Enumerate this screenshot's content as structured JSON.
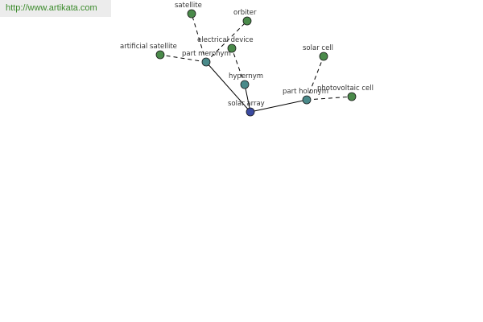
{
  "site_url": "http://www.artikata.com",
  "colors": {
    "leaf_node": "#4a8a4a",
    "relation_node": "#4a8a8a",
    "center_node": "#3a4aa0",
    "edge": "#000000",
    "label": "#333333",
    "url_text": "#3a8a2a"
  },
  "nodes": [
    {
      "id": "solar_array",
      "label": "solar array",
      "kind": "center"
    },
    {
      "id": "part_meronym",
      "label": "part meronym",
      "kind": "relation"
    },
    {
      "id": "hypernym",
      "label": "hypernym",
      "kind": "relation"
    },
    {
      "id": "part_holonym",
      "label": "part holonym",
      "kind": "relation"
    },
    {
      "id": "satellite",
      "label": "satellite",
      "kind": "leaf"
    },
    {
      "id": "orbiter",
      "label": "orbiter",
      "kind": "leaf"
    },
    {
      "id": "artificial_satellite",
      "label": "artificial satellite",
      "kind": "leaf"
    },
    {
      "id": "electrical_device",
      "label": "electrical device",
      "kind": "leaf"
    },
    {
      "id": "solar_cell",
      "label": "solar cell",
      "kind": "leaf"
    },
    {
      "id": "photovoltaic_cell",
      "label": "photovoltaic cell",
      "kind": "leaf"
    }
  ],
  "edges": [
    {
      "from": "solar_array",
      "to": "part_meronym",
      "style": "solid"
    },
    {
      "from": "solar_array",
      "to": "hypernym",
      "style": "solid"
    },
    {
      "from": "solar_array",
      "to": "part_holonym",
      "style": "solid"
    },
    {
      "from": "part_meronym",
      "to": "satellite",
      "style": "dashed"
    },
    {
      "from": "part_meronym",
      "to": "orbiter",
      "style": "dashed"
    },
    {
      "from": "part_meronym",
      "to": "artificial_satellite",
      "style": "dashed"
    },
    {
      "from": "hypernym",
      "to": "electrical_device",
      "style": "dashed"
    },
    {
      "from": "part_holonym",
      "to": "solar_cell",
      "style": "dashed"
    },
    {
      "from": "part_holonym",
      "to": "photovoltaic_cell",
      "style": "dashed"
    }
  ]
}
